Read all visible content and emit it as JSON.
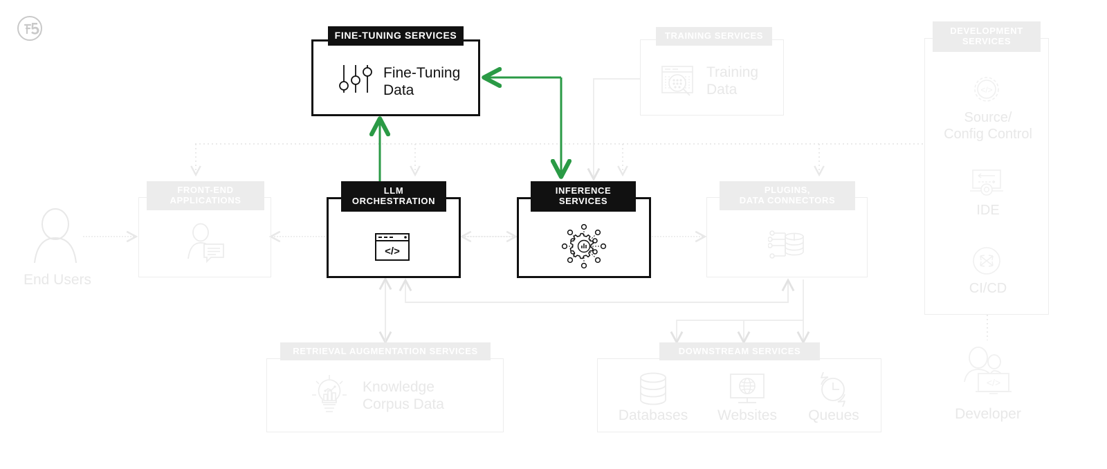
{
  "brand": {
    "logo": "f5-logo",
    "logo_color": "#c9c9c9"
  },
  "palette": {
    "active_fill": "#111111",
    "active_text": "#ffffff",
    "muted_chip": "#ececec",
    "muted_text": "#e8e8e8",
    "muted_border": "#ededed",
    "accent_green": "#2a9a45",
    "background": "#ffffff"
  },
  "actors": {
    "end_users": {
      "label": "End Users",
      "icon": "user-icon",
      "state": "muted"
    },
    "developer": {
      "label": "Developer",
      "icon": "developer-laptop-icon",
      "state": "muted"
    }
  },
  "groups": [
    {
      "id": "fine-tuning-services",
      "title": "FINE-TUNING SERVICES",
      "state": "active",
      "items": [
        {
          "label": "Fine-Tuning Data",
          "icon": "sliders-icon"
        }
      ]
    },
    {
      "id": "training-services",
      "title": "TRAINING SERVICES",
      "state": "muted",
      "items": [
        {
          "label": "Training Data",
          "icon": "data-search-icon"
        }
      ]
    },
    {
      "id": "development-services",
      "title": "DEVELOPMENT SERVICES",
      "state": "muted",
      "items": [
        {
          "label": "Source/ Config Control",
          "icon": "gear-code-icon"
        },
        {
          "label": "IDE",
          "icon": "ide-icon"
        },
        {
          "label": "CI/CD",
          "icon": "cicd-icon"
        }
      ]
    },
    {
      "id": "front-end-applications",
      "title": "FRONT-END APPLICATIONS",
      "state": "muted",
      "items": [
        {
          "label": "",
          "icon": "user-chat-icon"
        }
      ]
    },
    {
      "id": "llm-orchestration",
      "title": "LLM ORCHESTRATION",
      "state": "active",
      "items": [
        {
          "label": "",
          "icon": "code-window-icon"
        }
      ]
    },
    {
      "id": "inference-services",
      "title": "INFERENCE SERVICES",
      "state": "active",
      "items": [
        {
          "label": "",
          "icon": "gear-network-icon"
        }
      ]
    },
    {
      "id": "plugins-data-connectors",
      "title": "PLUGINS, DATA CONNECTORS",
      "state": "muted",
      "items": [
        {
          "label": "",
          "icon": "database-connector-icon"
        }
      ]
    },
    {
      "id": "retrieval-augmentation-services",
      "title": "RETRIEVAL AUGMENTATION SERVICES",
      "state": "muted",
      "items": [
        {
          "label": "Knowledge Corpus Data",
          "icon": "lightbulb-chart-icon"
        }
      ]
    },
    {
      "id": "downstream-services",
      "title": "DOWNSTREAM SERVICES",
      "state": "muted",
      "items": [
        {
          "label": "Databases",
          "icon": "database-icon"
        },
        {
          "label": "Websites",
          "icon": "monitor-globe-icon"
        },
        {
          "label": "Queues",
          "icon": "queue-clock-icon"
        }
      ]
    }
  ],
  "titles": {
    "fine_tuning_services": "FINE-TUNING SERVICES",
    "training_services": "TRAINING SERVICES",
    "development_services_l1": "DEVELOPMENT",
    "development_services_l2": "SERVICES",
    "front_end_l1": "FRONT-END",
    "front_end_l2": "APPLICATIONS",
    "llm_l1": "LLM",
    "llm_l2": "ORCHESTRATION",
    "inference_l1": "INFERENCE",
    "inference_l2": "SERVICES",
    "plugins_l1": "PLUGINS,",
    "plugins_l2": "DATA CONNECTORS",
    "retrieval_services": "RETRIEVAL AUGMENTATION SERVICES",
    "downstream_services": "DOWNSTREAM SERVICES"
  },
  "labels": {
    "fine_tuning_data_l1": "Fine-Tuning",
    "fine_tuning_data_l2": "Data",
    "training_data_l1": "Training",
    "training_data_l2": "Data",
    "source_config_l1": "Source/",
    "source_config_l2": "Config Control",
    "ide": "IDE",
    "cicd": "CI/CD",
    "end_users": "End Users",
    "developer": "Developer",
    "knowledge_l1": "Knowledge",
    "knowledge_l2": "Corpus Data",
    "databases": "Databases",
    "websites": "Websites",
    "queues": "Queues"
  },
  "connections": [
    {
      "from": "end-users",
      "to": "front-end-applications",
      "style": "dotted-grey"
    },
    {
      "from": "front-end-applications",
      "to": "llm-orchestration",
      "style": "dotted-grey-bidirectional"
    },
    {
      "from": "llm-orchestration",
      "to": "inference-services",
      "style": "dotted-grey-bidirectional"
    },
    {
      "from": "inference-services",
      "to": "plugins-data-connectors",
      "style": "dotted-grey-bidirectional"
    },
    {
      "from": "llm-orchestration",
      "to": "fine-tuning-services",
      "style": "solid-green"
    },
    {
      "from": "fine-tuning-services",
      "to": "inference-services",
      "style": "solid-green"
    },
    {
      "from": "training-services",
      "to": "inference-services",
      "style": "solid-grey"
    },
    {
      "from": "development-services",
      "to": "all-services",
      "style": "dotted-grey-bus"
    },
    {
      "from": "llm-orchestration",
      "to": "retrieval-augmentation-services",
      "style": "solid-grey-bidirectional"
    },
    {
      "from": "llm-orchestration",
      "to": "plugins-data-connectors",
      "style": "solid-grey-bus"
    },
    {
      "from": "plugins-data-connectors",
      "to": "downstream-services",
      "style": "solid-grey-fanout"
    }
  ]
}
